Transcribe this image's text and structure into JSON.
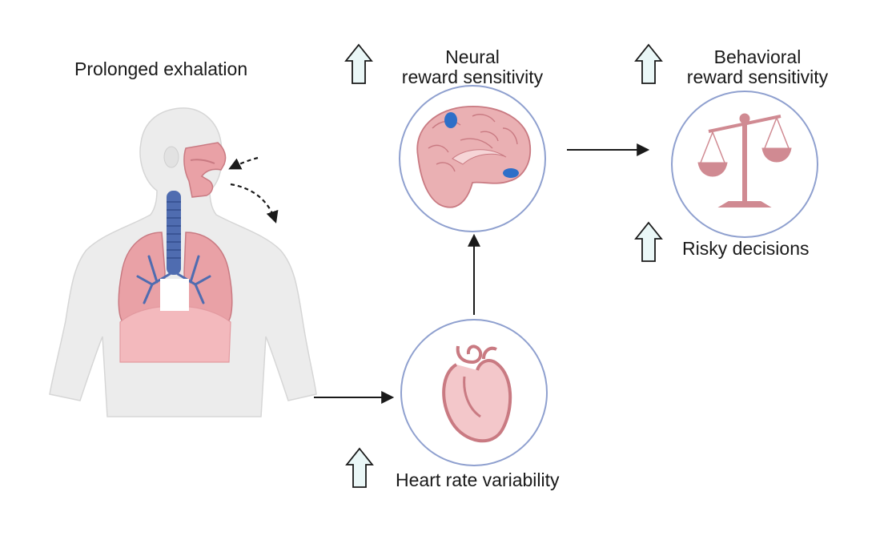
{
  "labels": {
    "exhalation": "Prolonged exhalation",
    "neural_line1": "Neural",
    "neural_line2": "reward sensitivity",
    "behavioral_line1": "Behavioral",
    "behavioral_line2": "reward sensitivity",
    "risky": "Risky decisions",
    "hrv": "Heart rate variability"
  },
  "icons": {
    "up_arrow": "up-arrow-icon",
    "body": "respiratory-body-icon",
    "brain": "brain-icon",
    "heart": "heart-icon",
    "scale": "balance-scale-icon"
  },
  "colors": {
    "circle_stroke": "#8fa0cf",
    "up_arrow_fill": "#eaf7f7",
    "organ_pink": "#e9a1a6",
    "organ_dark": "#c97a82",
    "airway_blue": "#4f6cb0",
    "brain_region_blue": "#2e6fc8",
    "body_fill": "#ececec"
  }
}
